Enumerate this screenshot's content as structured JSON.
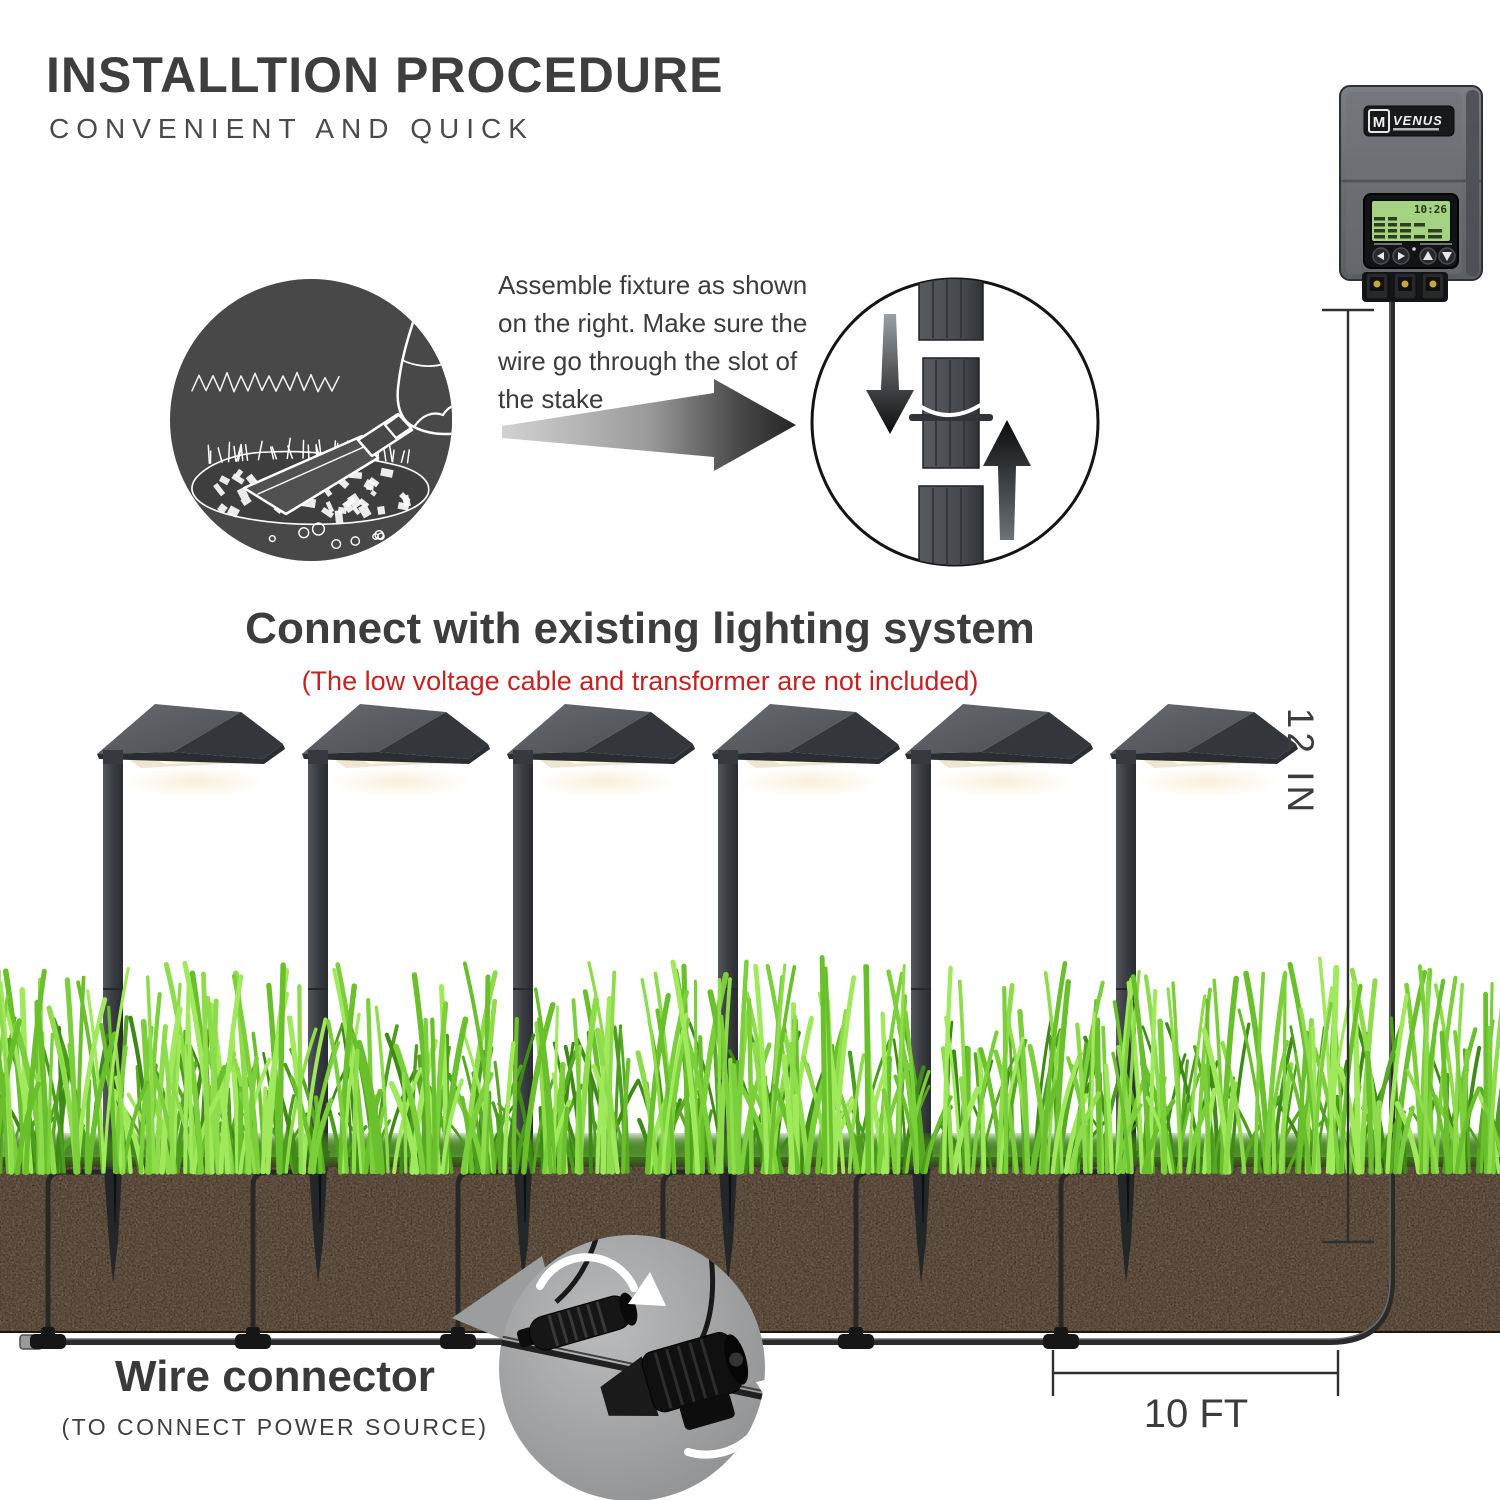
{
  "header": {
    "title": "INSTALLTION PROCEDURE",
    "subtitle": "CONVENIENT AND QUICK"
  },
  "step1": {
    "instruction": "Assemble fixture as shown on the right. Make sure the wire go through the slot of the stake"
  },
  "section": {
    "heading": "Connect with existing lighting system",
    "note": "(The low voltage cable and transformer are not included)"
  },
  "measurements": {
    "stake_depth": "12 IN",
    "cable_spacing": "10 FT"
  },
  "wire_connector": {
    "label": "Wire connector",
    "sublabel": "(TO CONNECT POWER SOURCE)"
  },
  "transformer": {
    "brand": "VENUS",
    "lcd_time": "10:26"
  },
  "lights": {
    "count": 6
  },
  "colors": {
    "accent_red": "#c32322",
    "title_gray": "#3e3e3e",
    "grass_green": "#7bcf3a",
    "soil_brown": "#382b1f",
    "fixture_dark": "#33363a",
    "circle_dark": "#484848"
  }
}
